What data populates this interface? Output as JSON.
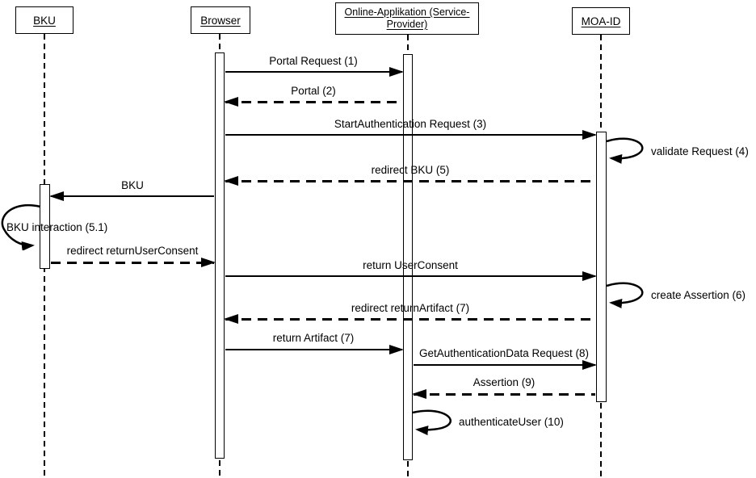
{
  "diagram": {
    "type": "uml-sequence-diagram",
    "background_color": "#ffffff",
    "line_color": "#000000",
    "actors": [
      {
        "id": "bku",
        "label": "BKU"
      },
      {
        "id": "browser",
        "label": "Browser"
      },
      {
        "id": "online-app",
        "label": "Online-Applikation (Service-Provider)"
      },
      {
        "id": "moa-id",
        "label": "MOA-ID"
      }
    ],
    "messages": [
      {
        "order": 1,
        "label": "Portal Request (1)",
        "from": "Browser",
        "to": "Online-Applikation",
        "line": "solid"
      },
      {
        "order": 2,
        "label": "Portal (2)",
        "from": "Online-Applikation",
        "to": "Browser",
        "line": "dashed"
      },
      {
        "order": 3,
        "label": "StartAuthentication Request (3)",
        "from": "Browser",
        "to": "MOA-ID",
        "line": "solid"
      },
      {
        "order": 4,
        "label": "validate Request (4)",
        "from": "MOA-ID",
        "to": "MOA-ID",
        "line": "self"
      },
      {
        "order": 5,
        "label": "redirect BKU (5)",
        "from": "MOA-ID",
        "to": "Browser",
        "line": "dashed"
      },
      {
        "order": 6,
        "label": "BKU",
        "from": "Browser",
        "to": "BKU",
        "line": "solid"
      },
      {
        "order": 7,
        "label": "BKU interaction (5.1)",
        "from": "BKU",
        "to": "BKU",
        "line": "self"
      },
      {
        "order": 8,
        "label": "redirect returnUserConsent",
        "from": "BKU",
        "to": "Browser",
        "line": "dashed"
      },
      {
        "order": 9,
        "label": "return UserConsent",
        "from": "Browser",
        "to": "MOA-ID",
        "line": "solid"
      },
      {
        "order": 10,
        "label": "create Assertion (6)",
        "from": "MOA-ID",
        "to": "MOA-ID",
        "line": "self"
      },
      {
        "order": 11,
        "label": "redirect returnArtifact (7)",
        "from": "MOA-ID",
        "to": "Browser",
        "line": "dashed"
      },
      {
        "order": 12,
        "label": "return Artifact (7)",
        "from": "Browser",
        "to": "Online-Applikation",
        "line": "solid"
      },
      {
        "order": 13,
        "label": "GetAuthenticationData Request (8)",
        "from": "Online-Applikation",
        "to": "MOA-ID",
        "line": "solid"
      },
      {
        "order": 14,
        "label": "Assertion (9)",
        "from": "MOA-ID",
        "to": "Online-Applikation",
        "line": "dashed"
      },
      {
        "order": 15,
        "label": "authenticateUser (10)",
        "from": "Online-Applikation",
        "to": "Online-Applikation",
        "line": "self"
      }
    ]
  }
}
